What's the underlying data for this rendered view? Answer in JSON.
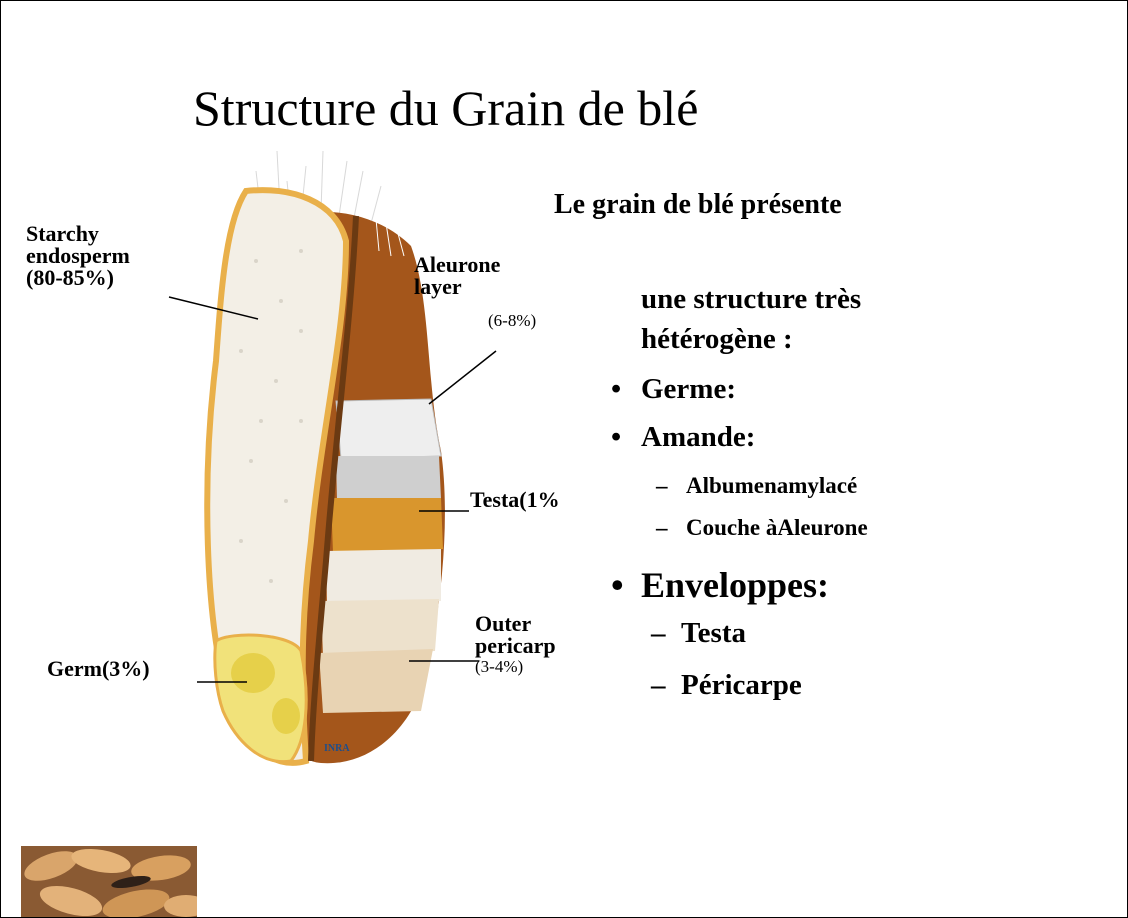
{
  "slide": {
    "title": "Structure du Grain de blé",
    "intro": "Le grain de blé présente",
    "subintro_line1": "une structure très",
    "subintro_line2": "hétérogène :",
    "bullets": [
      {
        "label": "Germe:"
      },
      {
        "label": "Amande:"
      }
    ],
    "amande_sub": [
      "Albumenamylacé",
      "Couche àAleurone"
    ],
    "enveloppes": {
      "label": "Enveloppes:",
      "sub": [
        "Testa",
        "Péricarpe"
      ]
    }
  },
  "diagram": {
    "labels": {
      "starchy": [
        "Starchy",
        "endosperm",
        "(80-85%)"
      ],
      "aleurone": [
        "Aleurone",
        "layer"
      ],
      "aleurone_pct": "(6-8%)",
      "testa": "Testa(1%",
      "outer": [
        "Outer",
        "pericarp"
      ],
      "outer_pct": "(3-4%)",
      "germ": "Germ(3%)"
    },
    "credit": "INRA"
  },
  "colors": {
    "endosperm": "#f3efe6",
    "husk": "#e9b04a",
    "brown": "#a4561b",
    "aleurone": "#e8e8e8",
    "testa": "#d9962d",
    "germ": "#f1e27a"
  }
}
